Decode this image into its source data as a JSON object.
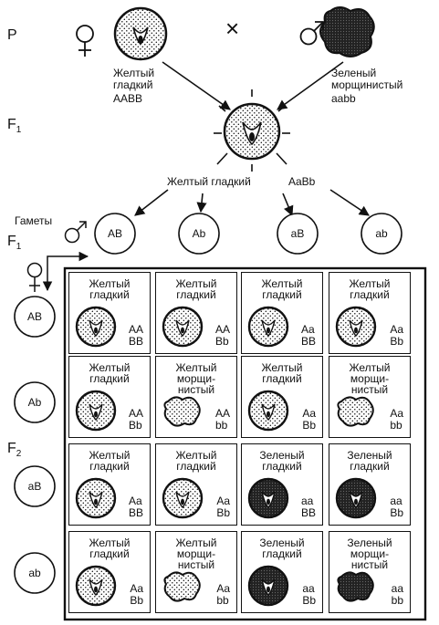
{
  "labels": {
    "p": "P",
    "f1": "F",
    "f1_sub": "1",
    "f1b": "F",
    "f1b_sub": "1",
    "f2": "F",
    "f2_sub": "2",
    "gametes": "Гаметы",
    "cross": "×"
  },
  "parents": {
    "female": {
      "name": "Желтый\nгладкий",
      "genotype": "AABB"
    },
    "male": {
      "name": "Зеленый\nморщинистый",
      "genotype": "aabb"
    }
  },
  "hybrid": {
    "name": "Желтый гладкий",
    "genotype": "AaBb"
  },
  "gametes_top": [
    "AB",
    "Ab",
    "aB",
    "ab"
  ],
  "gametes_side": [
    "AB",
    "Ab",
    "aB",
    "ab"
  ],
  "grid": [
    [
      {
        "phenotype": "Желтый\nгладкий",
        "genotype": "AA\nBB",
        "color": "yellow",
        "shape": "smooth"
      },
      {
        "phenotype": "Желтый\nгладкий",
        "genotype": "AA\nBb",
        "color": "yellow",
        "shape": "smooth"
      },
      {
        "phenotype": "Желтый\nгладкий",
        "genotype": "Aa\nBB",
        "color": "yellow",
        "shape": "smooth"
      },
      {
        "phenotype": "Желтый\nгладкий",
        "genotype": "Aa\nBb",
        "color": "yellow",
        "shape": "smooth"
      }
    ],
    [
      {
        "phenotype": "Желтый\nгладкий",
        "genotype": "AA\nBb",
        "color": "yellow",
        "shape": "smooth"
      },
      {
        "phenotype": "Желтый\nморщи-\nнистый",
        "genotype": "AA\nbb",
        "color": "yellow",
        "shape": "wrinkled"
      },
      {
        "phenotype": "Желтый\nгладкий",
        "genotype": "Aa\nBb",
        "color": "yellow",
        "shape": "smooth"
      },
      {
        "phenotype": "Желтый\nморщи-\nнистый",
        "genotype": "Aa\nbb",
        "color": "yellow",
        "shape": "wrinkled"
      }
    ],
    [
      {
        "phenotype": "Желтый\nгладкий",
        "genotype": "Aa\nBB",
        "color": "yellow",
        "shape": "smooth"
      },
      {
        "phenotype": "Желтый\nгладкий",
        "genotype": "Aa\nBb",
        "color": "yellow",
        "shape": "smooth"
      },
      {
        "phenotype": "Зеленый\nгладкий",
        "genotype": "aa\nBB",
        "color": "green",
        "shape": "smooth"
      },
      {
        "phenotype": "Зеленый\nгладкий",
        "genotype": "aa\nBb",
        "color": "green",
        "shape": "smooth"
      }
    ],
    [
      {
        "phenotype": "Желтый\nгладкий",
        "genotype": "Aa\nBb",
        "color": "yellow",
        "shape": "smooth"
      },
      {
        "phenotype": "Желтый\nморщи-\nнистый",
        "genotype": "Aa\nbb",
        "color": "yellow",
        "shape": "wrinkled"
      },
      {
        "phenotype": "Зеленый\nгладкий",
        "genotype": "aa\nBb",
        "color": "green",
        "shape": "smooth"
      },
      {
        "phenotype": "Зеленый\nморщи-\nнистый",
        "genotype": "aa\nbb",
        "color": "green",
        "shape": "wrinkled"
      }
    ]
  ]
}
